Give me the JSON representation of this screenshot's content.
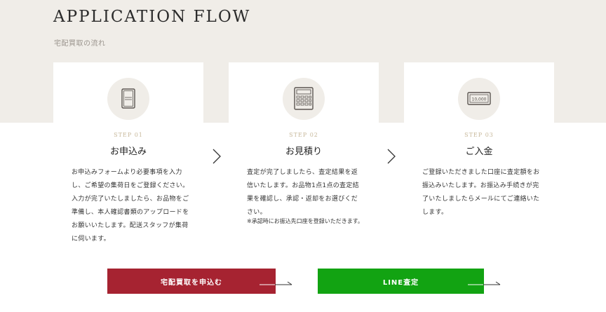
{
  "header": {
    "title": "APPLICATION FLOW",
    "subtitle": "宅配買取の流れ"
  },
  "steps": [
    {
      "step": "STEP 01",
      "title": "お申込み",
      "icon": "id-card-icon",
      "description": "お申込みフォームより必要事項を入力し、ご希望の集荷日をご登録ください。入力が完了いたしましたら、お品物をご準備し、本人確認書類のアップロードをお願いいたします。配送スタッフが集荷に伺います。",
      "note": ""
    },
    {
      "step": "STEP 02",
      "title": "お見積り",
      "icon": "calculator-icon",
      "description": "査定が完了しましたら、査定結果を返信いたします。お品物1点1点の査定結果を確認し、承認・返却をお選びください。",
      "note": "※承認時にお振込先口座を登録いただきます。"
    },
    {
      "step": "STEP 03",
      "title": "ご入金",
      "icon": "money-display-icon",
      "icon_text": "10,000",
      "description": "ご登録いただきました口座に査定額をお振込みいたします。お振込み手続きが完了いたしましたらメールにてご連絡いたします。",
      "note": ""
    }
  ],
  "buttons": {
    "apply_label": "宅配買取を申込む",
    "line_label": "LINE査定"
  },
  "colors": {
    "band": "#f0ede8",
    "apply": "#a62331",
    "line": "#12a312",
    "step_label": "#c7b89a"
  }
}
